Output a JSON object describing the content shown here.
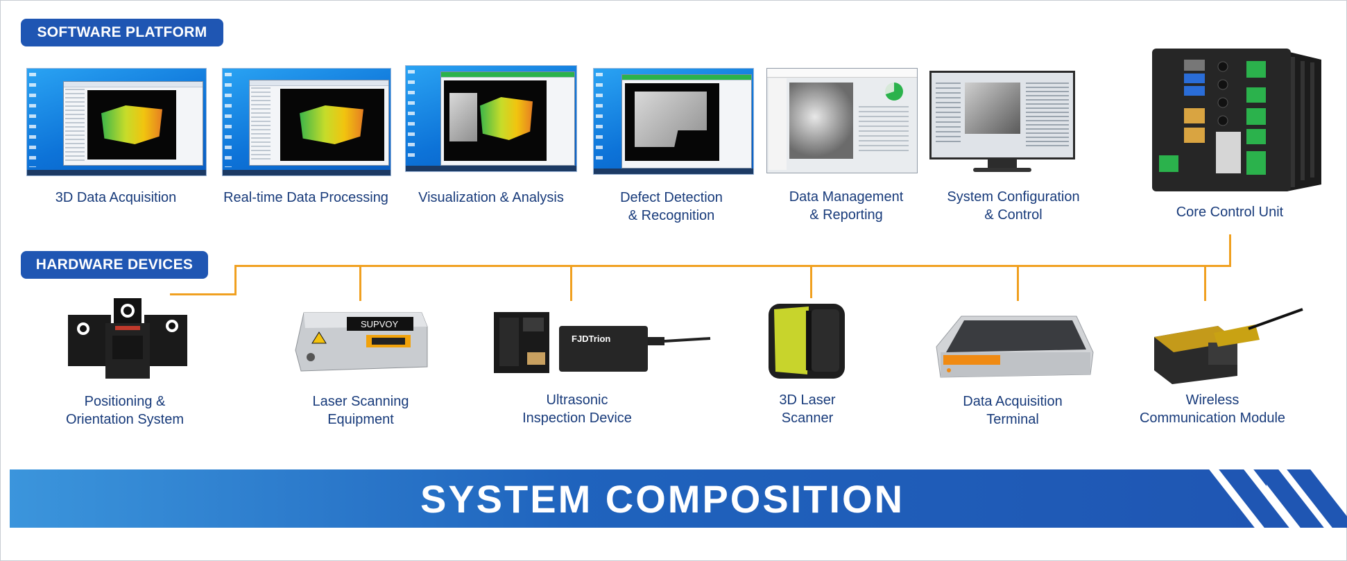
{
  "sections": {
    "software": "SOFTWARE PLATFORM",
    "hardware": "HARDWARE DEVICES"
  },
  "software_items": [
    {
      "line1": "3D Data Acquisition",
      "line2": ""
    },
    {
      "line1": "Real-time Data Processing",
      "line2": ""
    },
    {
      "line1": "Visualization & Analysis",
      "line2": ""
    },
    {
      "line1": "Defect Detection",
      "line2": "& Recognition"
    },
    {
      "line1": "Data Management",
      "line2": "& Reporting"
    },
    {
      "line1": "System Configuration",
      "line2": "& Control"
    },
    {
      "line1": "Core Control Unit",
      "line2": ""
    }
  ],
  "hardware_items": [
    {
      "line1": "Positioning &",
      "line2": "Orientation System"
    },
    {
      "line1": "Laser Scanning",
      "line2": "Equipment"
    },
    {
      "line1": "Ultrasonic",
      "line2": "Inspection Device"
    },
    {
      "line1": "3D Laser",
      "line2": "Scanner"
    },
    {
      "line1": "Data Acquisition",
      "line2": "Terminal"
    },
    {
      "line1": "Wireless",
      "line2": "Communication Module"
    }
  ],
  "device_labels": {
    "laser_brand": "SUPVOY",
    "ultrasonic_brand": "FJDTrion"
  },
  "banner": {
    "title": "SYSTEM COMPOSITION"
  },
  "colors": {
    "accent_blue": "#1f56b3",
    "caption_text": "#173a7a",
    "connector_orange": "#f0a020"
  }
}
